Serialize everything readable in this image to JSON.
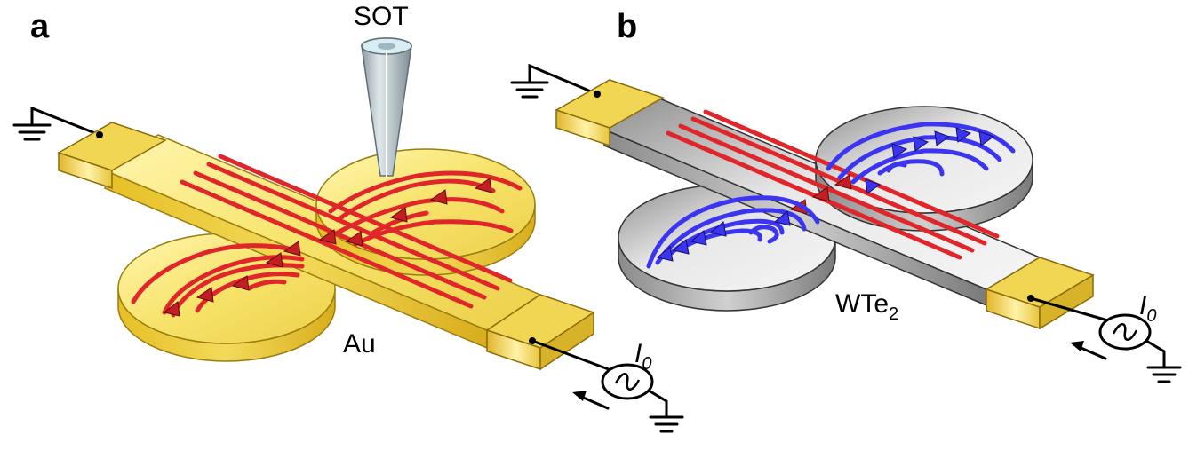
{
  "panels": [
    {
      "letter": "a",
      "material": "Au",
      "tip_label": "SOT",
      "current_label": "I",
      "current_sub": "0"
    },
    {
      "letter": "b",
      "material": "WTe",
      "material_sub": "2",
      "current_label": "I",
      "current_sub": "0"
    }
  ],
  "colors": {
    "gold_top": "#f7e36a",
    "gold_side": "#e6c32a",
    "grey_top": "#d9d9d9",
    "grey_side": "#9a9a9a",
    "red_current": "#e0262b",
    "blue_current": "#3b35f2"
  }
}
